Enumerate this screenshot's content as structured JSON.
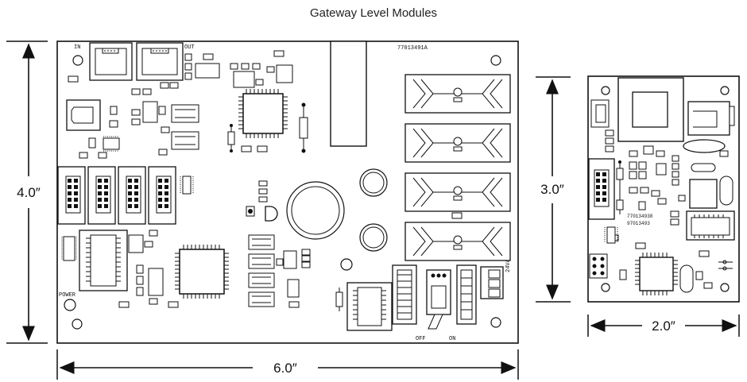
{
  "title": "Gateway Level Modules",
  "large_board": {
    "height_label": "4.0″",
    "width_label": "6.0″",
    "labels": {
      "in": "IN",
      "out": "OUT",
      "part_number": "77013491A",
      "power": "POWER",
      "voltage": "24VAC CT",
      "off": "OFF",
      "on": "ON"
    }
  },
  "small_board": {
    "height_label": "3.0″",
    "width_label": "2.0″",
    "labels": {
      "part_number_1": "770134938",
      "part_number_2": "97013493"
    }
  }
}
